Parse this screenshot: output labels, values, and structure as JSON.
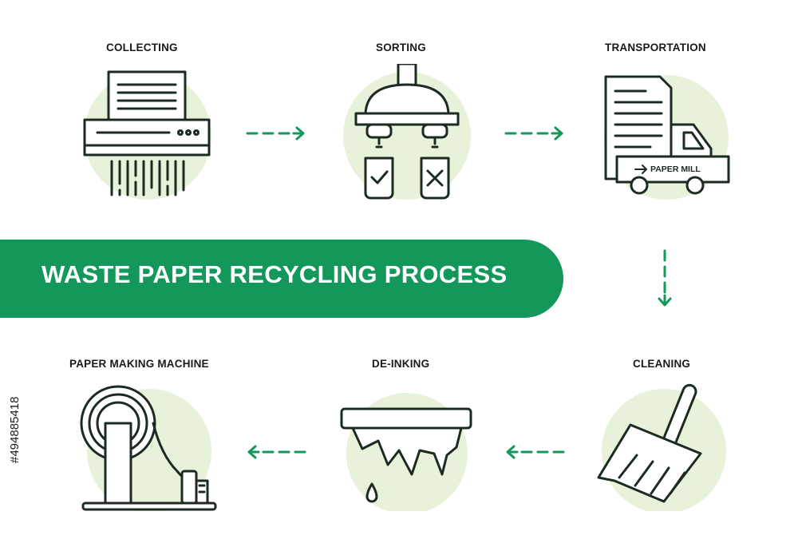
{
  "title": "WASTE PAPER RECYCLING PROCESS",
  "steps": [
    {
      "label": "COLLECTING",
      "icon": "paper-shredder-icon"
    },
    {
      "label": "SORTING",
      "icon": "sorting-machine-icon"
    },
    {
      "label": "TRANSPORTATION",
      "icon": "truck-icon"
    },
    {
      "label": "CLEANING",
      "icon": "brush-icon"
    },
    {
      "label": "DE-INKING",
      "icon": "de-inking-icon"
    },
    {
      "label": "PAPER MAKING MACHINE",
      "icon": "paper-roll-machine-icon"
    }
  ],
  "truck_sign": "PAPER MILL",
  "side_text": "#494885418",
  "colors": {
    "accent": "#14975a",
    "light": "#e8f1d9",
    "line": "#1c2b22"
  }
}
